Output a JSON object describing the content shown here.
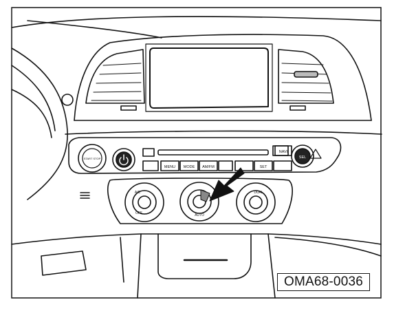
{
  "figure_code": "OMA68-0036",
  "buttons": {
    "menu": "MENU",
    "mode": "MODE",
    "am_fm": "AM/FM",
    "set": "SET",
    "navi": "NAVI",
    "sel": "SEL",
    "start_stop": "START STOP"
  },
  "knobs": {
    "left_labels": [
      "A/C",
      "OFF"
    ],
    "center_labels": [
      "AUTO"
    ],
    "right_labels": [
      "DUAL"
    ]
  }
}
